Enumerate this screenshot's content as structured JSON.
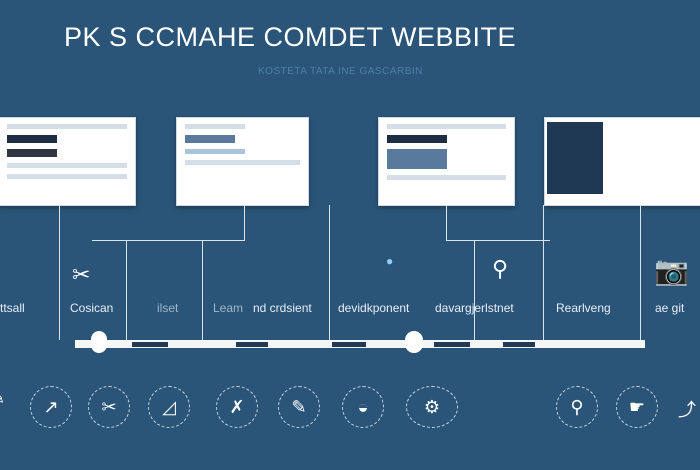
{
  "header": {
    "title": "PK S CCMAHE COMDET WEBBITE",
    "subtitle": "KOSTETA TATA INE GASCARBIN"
  },
  "stages": [
    {
      "label": "ttsall"
    },
    {
      "label": "Cosican"
    },
    {
      "label": "ilset"
    },
    {
      "label": "Leam"
    },
    {
      "label": "nd crdsient"
    },
    {
      "label": "devidkponent"
    },
    {
      "label": "davargjerlstnet"
    },
    {
      "label": "Rearlveng"
    },
    {
      "label": "ae git"
    }
  ],
  "icons": [
    "pencil-icon",
    "tools-icon",
    "chart-icon",
    "wrench-icon",
    "edit-icon",
    "browser-icon",
    "settings-icon",
    "search-icon",
    "hand-icon",
    "chart-up-icon"
  ],
  "colors": {
    "background": "#2a5478",
    "card": "#ffffff",
    "accent": "#1c2d44"
  }
}
